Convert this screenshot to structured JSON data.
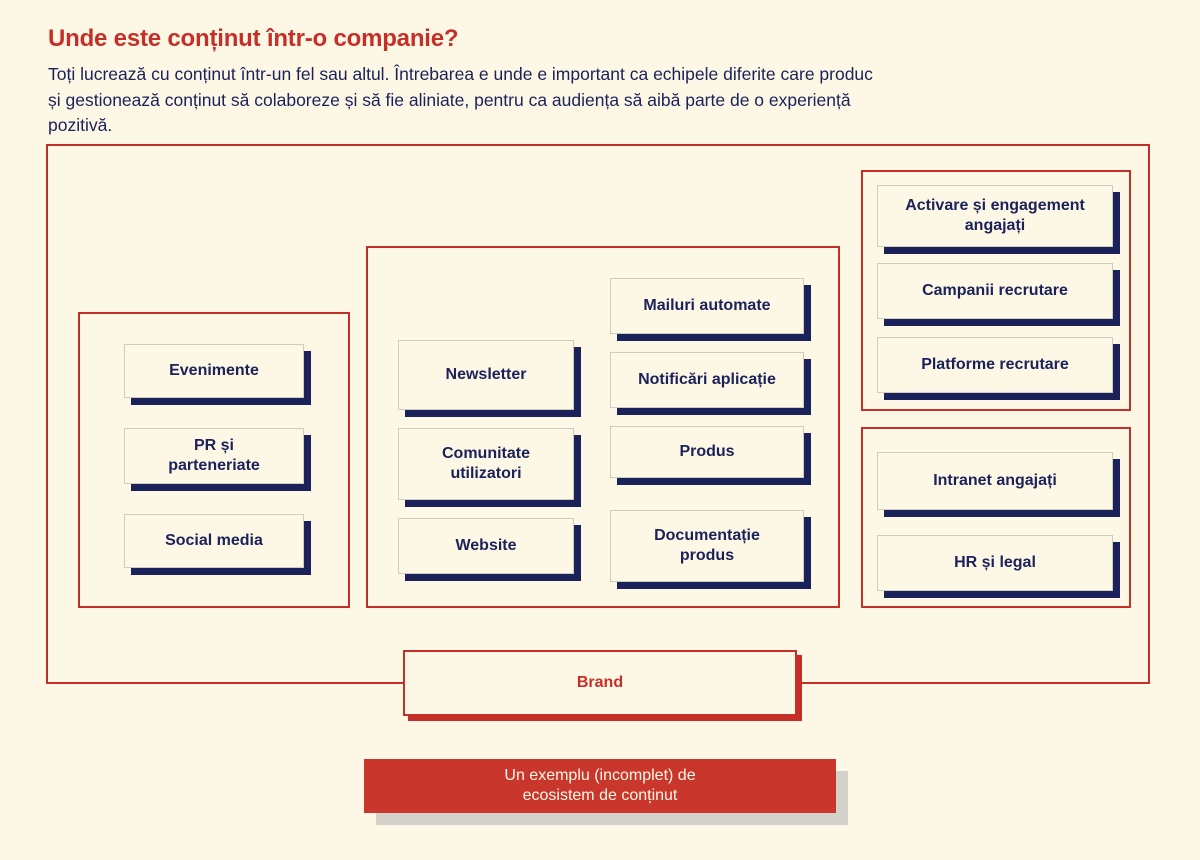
{
  "header": {
    "title": "Unde este conținut într-o companie?",
    "intro": "Toți lucrează cu conținut într-un fel sau altul. Întrebarea e unde e important ca echipele diferite care produc și gestionează conținut să colaboreze și să fie aliniate, pentru ca audiența să aibă parte de o experiență pozitivă."
  },
  "colors": {
    "background": "#FDF8E6",
    "accent_red": "#C62F27",
    "navy": "#1B2159",
    "card_border": "#CFCBC0",
    "caption_shadow": "#D4D1CA"
  },
  "diagram": {
    "groups": [
      {
        "id": "external",
        "nodes": [
          {
            "label": "Evenimente"
          },
          {
            "label": "PR și\nparteneriate"
          },
          {
            "label": "Social media"
          }
        ]
      },
      {
        "id": "owned",
        "nodes": [
          {
            "label": "Newsletter"
          },
          {
            "label": "Comunitate\nutilizatori"
          },
          {
            "label": "Website"
          },
          {
            "label": "Mailuri automate"
          },
          {
            "label": "Notificări aplicație"
          },
          {
            "label": "Produs"
          },
          {
            "label": "Documentație\nprodus"
          }
        ]
      },
      {
        "id": "employer",
        "nodes": [
          {
            "label": "Activare și engagement\nangajați"
          },
          {
            "label": "Campanii recrutare"
          },
          {
            "label": "Platforme recrutare"
          }
        ]
      },
      {
        "id": "internal",
        "nodes": [
          {
            "label": "Intranet angajați"
          },
          {
            "label": "HR și legal"
          }
        ]
      }
    ],
    "brand": {
      "label": "Brand"
    },
    "caption": {
      "label": "Un exemplu (incomplet) de\necosistem de conținut"
    }
  }
}
